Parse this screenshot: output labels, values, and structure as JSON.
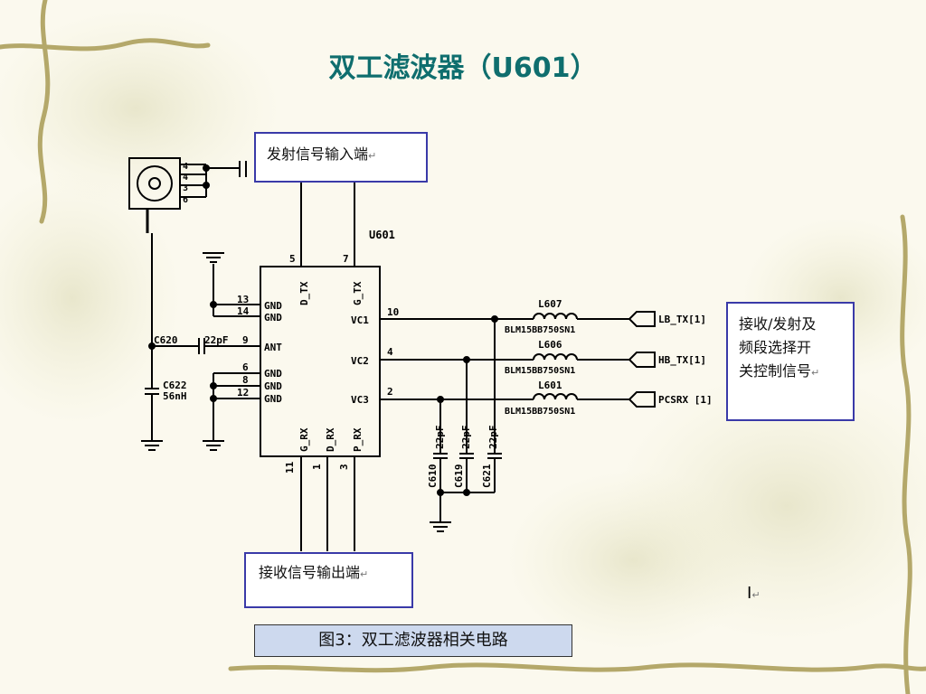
{
  "title": "双工滤波器（U601）",
  "notes": {
    "tx_input": "发射信号输入端",
    "rx_output": "接收信号输出端",
    "control": [
      "接收/发射及",
      "频段选择开",
      "关控制信号"
    ],
    "return_mark": "↵"
  },
  "caption": "图3：双工滤波器相关电路",
  "stray_mark": "I",
  "chip": {
    "ref": "U601",
    "pins": {
      "D_TX": {
        "name": "D_TX",
        "num": "5"
      },
      "G_TX": {
        "name": "G_TX",
        "num": "7"
      },
      "GND13": {
        "name": "GND",
        "num": "13"
      },
      "GND14": {
        "name": "GND",
        "num": "14"
      },
      "ANT": {
        "name": "ANT",
        "num": "9"
      },
      "GND6": {
        "name": "GND",
        "num": "6"
      },
      "GND8": {
        "name": "GND",
        "num": "8"
      },
      "GND12": {
        "name": "GND",
        "num": "12"
      },
      "VC1": {
        "name": "VC1",
        "num": "10"
      },
      "VC2": {
        "name": "VC2",
        "num": "4"
      },
      "VC3": {
        "name": "VC3",
        "num": "2"
      },
      "G_RX": {
        "name": "G_RX",
        "num": "11"
      },
      "D_RX": {
        "name": "D_RX",
        "num": "1"
      },
      "P_RX": {
        "name": "P_RX",
        "num": "3"
      }
    }
  },
  "connector_pins": [
    "4",
    "4",
    "3",
    "6"
  ],
  "components": {
    "c620": {
      "ref": "C620",
      "value": "22pF"
    },
    "c622": {
      "ref": "C622",
      "value": "56nH"
    },
    "c610": {
      "ref": "C610",
      "value": "22pF"
    },
    "c619": {
      "ref": "C619",
      "value": "22pF"
    },
    "c621": {
      "ref": "C621",
      "value": "22pF"
    },
    "l607": {
      "ref": "L607",
      "value": "BLM15BB750SN1"
    },
    "l606": {
      "ref": "L606",
      "value": "BLM15BB750SN1"
    },
    "l601": {
      "ref": "L601",
      "value": "BLM15BB750SN1"
    }
  },
  "ports": {
    "lb_tx": "LB_TX[1]",
    "hb_tx": "HB_TX[1]",
    "pcsrx": "PCSRX [1]"
  }
}
